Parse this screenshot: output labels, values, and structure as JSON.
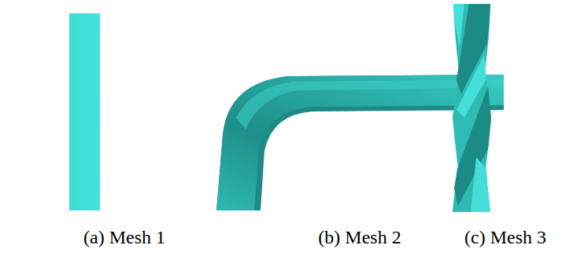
{
  "diagram": {
    "labels": [
      "(a) Mesh 1",
      "(b) Mesh 2",
      "(c) Mesh 3"
    ]
  }
}
